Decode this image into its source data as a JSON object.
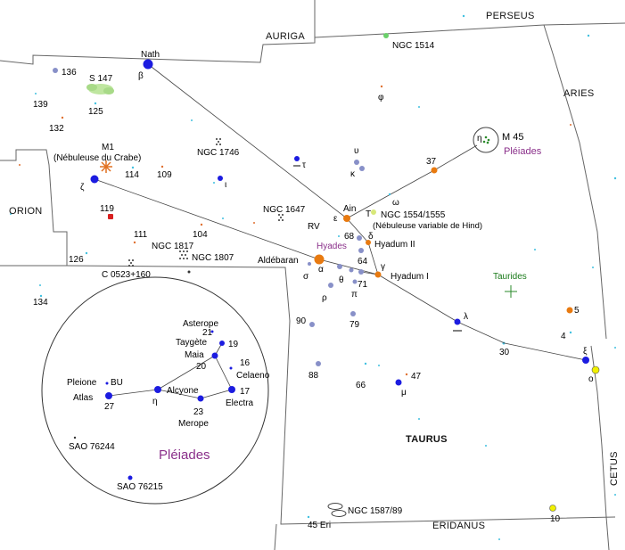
{
  "map": {
    "constellations": [
      "PERSEUS",
      "AURIGA",
      "ARIES",
      "ORION",
      "TAURUS",
      "ERIDANUS",
      "CETUS"
    ],
    "stars": {
      "nath": "Nath",
      "beta": "β",
      "ain": "Ain",
      "epsilon": "ε",
      "aldebaran": "Aldébaran",
      "alpha": "α",
      "hyadum_i": "Hyadum I",
      "hyadum_ii": "Hyadum II",
      "gamma": "γ",
      "delta": "δ",
      "zeta": "ζ",
      "lambda": "λ",
      "xi": "ξ",
      "omicron": "ο",
      "omega": "ω",
      "tau_sym": "τ",
      "upsilon": "υ",
      "kappa": "κ",
      "iota": "ι",
      "phi": "φ",
      "theta": "θ",
      "pi": "π",
      "rho": "ρ",
      "sigma": "σ",
      "mu": "μ",
      "eta": "η"
    },
    "numbers": [
      "136",
      "139",
      "125",
      "132",
      "114",
      "109",
      "119",
      "111",
      "104",
      "126",
      "134",
      "37",
      "68",
      "64",
      "71",
      "90",
      "79",
      "88",
      "66",
      "47",
      "30",
      "5",
      "4",
      "10",
      "45 Eri"
    ],
    "objects": {
      "m45": "M 45",
      "m45_name": "Pléiades",
      "m1": "M1",
      "m1_name": "(Nébuleuse du Crabe)",
      "s147": "S 147",
      "ngc1514": "NGC 1514",
      "ngc1746": "NGC 1746",
      "ngc1647": "NGC 1647",
      "rv": "RV",
      "ngc1554": "NGC 1554/1555",
      "ngc1554_name": "(Nébuleuse variable de Hind)",
      "ngc1817": "NGC 1817",
      "ngc1807": "NGC 1807",
      "c0523": "C 0523+160",
      "hyades": "Hyades",
      "taurides": "Taurides",
      "ngc1587": "NGC 1587/89",
      "t_mark": "T"
    },
    "inset": {
      "title": "Pléiades",
      "stars": [
        "Asterope",
        "21",
        "Taygète",
        "19",
        "Maia",
        "20",
        "16",
        "Celaeno",
        "Pleione",
        "BU",
        "Atlas",
        "27",
        "η",
        "Alcyone",
        "17",
        "Electra",
        "23",
        "Merope",
        "SAO 76244",
        "SAO 76215"
      ]
    },
    "colors": {
      "blue_star": "#1c1ce0",
      "orange_star": "#e87a10",
      "red_star": "#d82020",
      "yellow_star": "#f0f000",
      "pale_star": "#8890c8",
      "label_purple": "#8a2f8a",
      "boundary": "#666666"
    }
  }
}
